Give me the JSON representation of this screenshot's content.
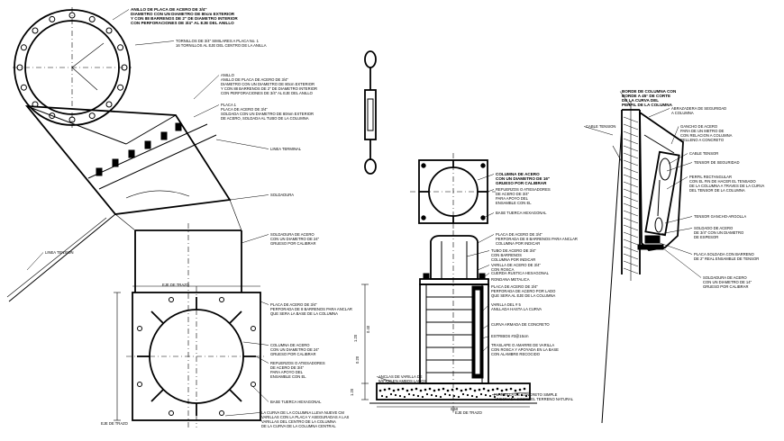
{
  "left_view": {
    "callouts": [
      {
        "id": "brida",
        "lines": [
          "ANILLO DE PLACA DE ACERO DE 3/4\"",
          "DIAMETRO CON UN DIAMETRO DE 80cm EXTERIOR",
          "Y CON 88 BARRENOS DE 2\" DE DIAMETRO INTERIOR",
          "CON PERFORACIONES DE 3/4\" AL EJE DEL ANILLO"
        ]
      },
      {
        "id": "tornillos",
        "lines": [
          "TORNILLOS DE 3/4\" SIMILARES A PLACA No. 1",
          "16 TORNILLOS AL EJE DEL CENTRO DE LA ANILLA"
        ]
      },
      {
        "id": "anillo",
        "lines": [
          "ANILLO",
          "ANILLO DE PLACA DE ACERO DE 3/4\"",
          "DIAMETRO CON UN DIAMETRO DE 80cm EXTERIOR",
          "Y CON 88 BARRENOS DE 2\" DE DIAMETRO INTERIOR",
          "CON PERFORACIONES DE 3/4\" AL EJE DEL ANILLO"
        ]
      },
      {
        "id": "placa1",
        "lines": [
          "PLACA 1",
          "PLACA DE ACERO DE 3/4\"",
          "SOLDADA CON UN DIAMETRO DE 80mm EXTERIOR",
          "DE ACERO, SOLDADA AL TUBO DE LA COLUMNA"
        ]
      },
      {
        "id": "linea_terminal",
        "lines": [
          "LINEA TERMINAL"
        ]
      },
      {
        "id": "soldadura",
        "lines": [
          "SOLDADURA"
        ]
      },
      {
        "id": "soldadura_col",
        "lines": [
          "SOLDADURA DE ACERO",
          "CON UN DIAMETRO DE 24\"",
          "GRUESO POR CALIBRAR"
        ]
      },
      {
        "id": "linea_tension",
        "lines": [
          "LINEA TENSION"
        ]
      },
      {
        "id": "placa_base",
        "lines": [
          "PLACA DE ACERO DE 3/4\"",
          "PERFORADA DE 8 BARRENOS PARA ANCLAR",
          "QUE SERA LA BASE DE LA COLUMNA"
        ]
      },
      {
        "id": "columna",
        "lines": [
          "COLUMNA DE ACERO",
          "CON UN DIAMETRO DE 24\"",
          "GRUESO POR CALIBRAR"
        ]
      },
      {
        "id": "refuerzos",
        "lines": [
          "REFUERZOS O ATIESADORES",
          "DE ACERO DE 3/4\"",
          "PARA APOYO DEL",
          "ENSAMBLE CON EL"
        ]
      },
      {
        "id": "base_tuerca",
        "lines": [
          "BASE TUERCA HEXAGONAL"
        ]
      },
      {
        "id": "nota",
        "lines": [
          "LA CURVA DE LA COLUMNA LLEVA NUEVE CM",
          "VARILLAS CON LA PLACA Y ASEGURADAS A LAS",
          "VARILLAS DEL CENTRO DE LA COLUMNA",
          "DE LA CURVA DE LA COLUMNA CENTRAL"
        ]
      }
    ],
    "axis_labels": [
      "EJE DE TRAZO",
      "EJE DE TRAZO"
    ]
  },
  "center_view": {
    "callouts": [
      {
        "id": "columna",
        "lines": [
          "COLUMNA DE ACERO",
          "CON UN DIAMETRO DE 16\"",
          "GRUESO POR CALIBRAR"
        ]
      },
      {
        "id": "refuerzos",
        "lines": [
          "REFUERZOS O ATIESADORES",
          "DE ACERO DE 3/4\"",
          "PARA APOYO DEL",
          "ENSAMBLE CON EL"
        ]
      },
      {
        "id": "base_tuerca",
        "lines": [
          "BASE TUERCA HEXAGONAL"
        ]
      },
      {
        "id": "placa",
        "lines": [
          "PLACA DE ACERO DE 3/4\"",
          "PERFORADA DE 8 BARRENOS PARA ANCLAR",
          "COLUMNA POR INDICAR"
        ]
      },
      {
        "id": "tubo",
        "lines": [
          "TUBO DE ACERO DE 3/4\"",
          "CON BARRENOS",
          "COLUMNA POR INDICAR"
        ]
      },
      {
        "id": "varilla",
        "lines": [
          "VARILLA DE ACERO DE 3/4\"",
          "CON ROSCA"
        ]
      },
      {
        "id": "cuerda",
        "lines": [
          "CUERDA RUSTICA HEXAGONAL"
        ]
      },
      {
        "id": "rondana",
        "lines": [
          "RONDANA METALICA"
        ]
      },
      {
        "id": "placa2",
        "lines": [
          "PLACA DE ACERO DE 3/4\"",
          "PERFORADA DE ACERO POR LADO",
          "QUE SERA AL EJE DE LA COLUMNA"
        ]
      },
      {
        "id": "varilla_no",
        "lines": [
          "VARILLA DEL # 5",
          "ANILLADA HASTA LA CURVA"
        ]
      },
      {
        "id": "curva",
        "lines": [
          "CURVA ARMADA DE CONCRETO"
        ]
      },
      {
        "id": "estribos",
        "lines": [
          "ESTRIBOS #3@15cm"
        ]
      },
      {
        "id": "traslape",
        "lines": [
          "TRASLAPE O AMARRE DE VARILLA",
          "CON ROSCA Y APOYADA EN LA BASE",
          "CON ALAMBRE RECOCIDO"
        ]
      },
      {
        "id": "anclas",
        "lines": [
          "ANCLAS DE VARILLA DE",
          "5/8\"X20 EN AMBOS LADOS"
        ]
      },
      {
        "id": "plantilla",
        "lines": [
          "PLANTILLA DE CONCRETO SIMPLE",
          "APISONADA SOBRE EL TERRENO NATURAL"
        ]
      },
      {
        "id": "axis",
        "lines": [
          "EJE DE TRAZO"
        ]
      }
    ],
    "dimension_labels": [
      "1.20",
      "1.20",
      "0.50",
      "0.40",
      "0.20"
    ]
  },
  "right_view": {
    "callouts": [
      {
        "id": "borde",
        "lines": [
          "BORDE DE COLUMNA CON",
          "BORDE A 45° DE CORTE",
          "DE LA CURVA DEL",
          "PERFIL DE LA COLUMNA"
        ]
      },
      {
        "id": "abrazadera",
        "lines": [
          "ABRAZADERA DE SEGURIDAD",
          "A COLUMNA"
        ]
      },
      {
        "id": "cable_tension",
        "lines": [
          "CABLE TENSION"
        ]
      },
      {
        "id": "gancho",
        "lines": [
          "GANCHO DE ACERO",
          "PARA DE UN METRO DE",
          "CON RELACION A COLUMNA",
          "RELLENO A CONCRETO"
        ]
      },
      {
        "id": "cable_tensor",
        "lines": [
          "CABLE TENSOR"
        ]
      },
      {
        "id": "tensor_seguridad",
        "lines": [
          "TENSOR DE SEGURIDAD"
        ]
      },
      {
        "id": "perfil",
        "lines": [
          "PERFIL RECTANGULAR",
          "CON EL FIN DE HACER EL TENSADO",
          "DE LA COLUMNA A TRAVES DE LA CURVA",
          "DEL TENSOR DE LA COLUMNA"
        ]
      },
      {
        "id": "tensor_gancho",
        "lines": [
          "TENSOR GANCHO-ARGOLLA"
        ]
      },
      {
        "id": "soldado",
        "lines": [
          "SOLDADO DE ACERO",
          "DE 3/4\" CON UN DIAMETRO",
          "DE ESPESOR"
        ]
      },
      {
        "id": "placa_ancla",
        "lines": [
          "PLACA SOLDADA CON BARRENO",
          "DE 2\" REAL ENSAMBLE DE TENSOR"
        ]
      },
      {
        "id": "soldadura",
        "lines": [
          "SOLDADURA DE ACERO",
          "CON UN DIAMETRO DE 14\"",
          "GRUESO POR CALIBRAR"
        ]
      }
    ]
  },
  "turnbuckle": {
    "label": ""
  }
}
